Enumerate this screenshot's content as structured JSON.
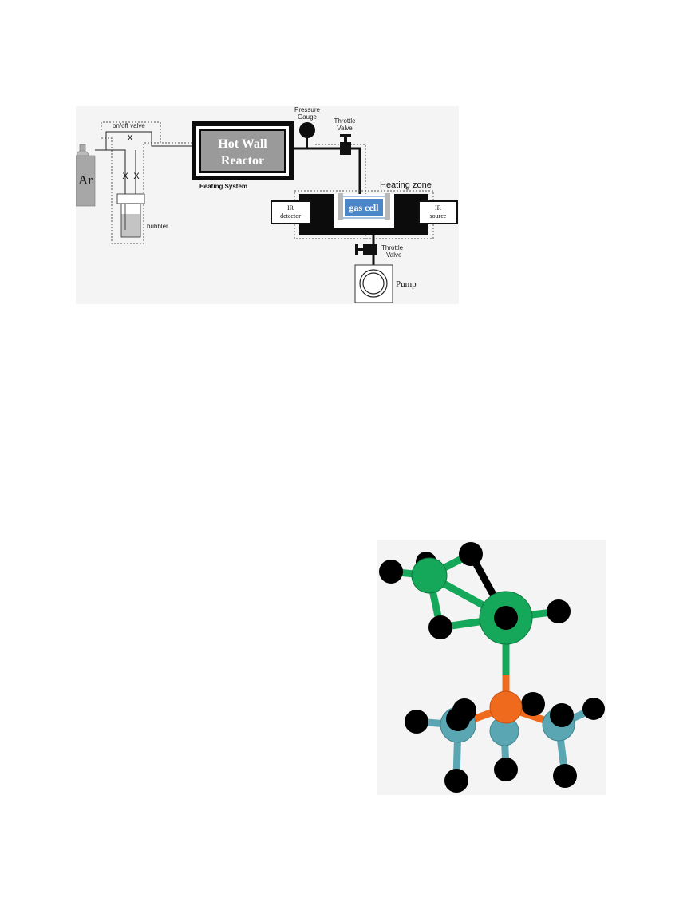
{
  "schematic": {
    "cylinder_label": "Ar",
    "onoff_valve_label": "on/off valve",
    "valve_mark": "X",
    "bubbler_label": "bubbler",
    "reactor_line1": "Hot Wall",
    "reactor_line2": "Reactor",
    "heating_system_label": "Heating System",
    "pressure_gauge_line1": "Pressure",
    "pressure_gauge_line2": "Gauge",
    "throttle_top_line1": "Throttle",
    "throttle_top_line2": "Valve",
    "heating_zone_label": "Heating zone",
    "ir_detector_line1": "IR",
    "ir_detector_line2": "detector",
    "gas_cell_label": "gas cell",
    "ir_source_line1": "IR",
    "ir_source_line2": "source",
    "throttle_bottom_line1": "Throttle",
    "throttle_bottom_line2": "Valve",
    "pump_label": "Pump",
    "colors": {
      "reactor_fill": "#9a9a9a",
      "gas_cell": "#4a86c8",
      "furnace": "#0c0c0c",
      "panel_bg": "#f4f4f4"
    }
  },
  "molecule": {
    "colors": {
      "green_atom": "#16a85a",
      "orange_atom": "#f06a1e",
      "teal_atom": "#5aa7b3",
      "black_atom": "#000000",
      "panel_bg": "#f4f4f4"
    }
  }
}
